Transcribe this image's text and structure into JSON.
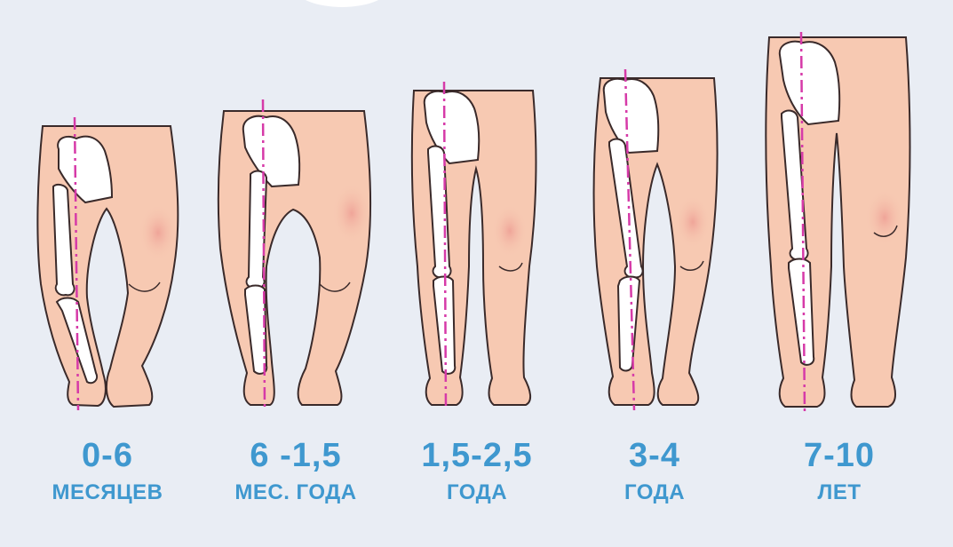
{
  "colors": {
    "background": "#e9edf4",
    "skin": "#f7c9b2",
    "skin_shadow": "#f0a79a",
    "outline": "#3a2a2a",
    "bone": "#ffffff",
    "axis_line": "#d63aa8",
    "label": "#3f98cf"
  },
  "stages": [
    {
      "age": "0-6",
      "unit": "МЕСЯЦЕВ"
    },
    {
      "age": "6 -1,5",
      "unit": "МЕС. ГОДА"
    },
    {
      "age": "1,5-2,5",
      "unit": "ГОДА"
    },
    {
      "age": "3-4",
      "unit": "ГОДА"
    },
    {
      "age": "7-10",
      "unit": "ЛЕТ"
    }
  ]
}
